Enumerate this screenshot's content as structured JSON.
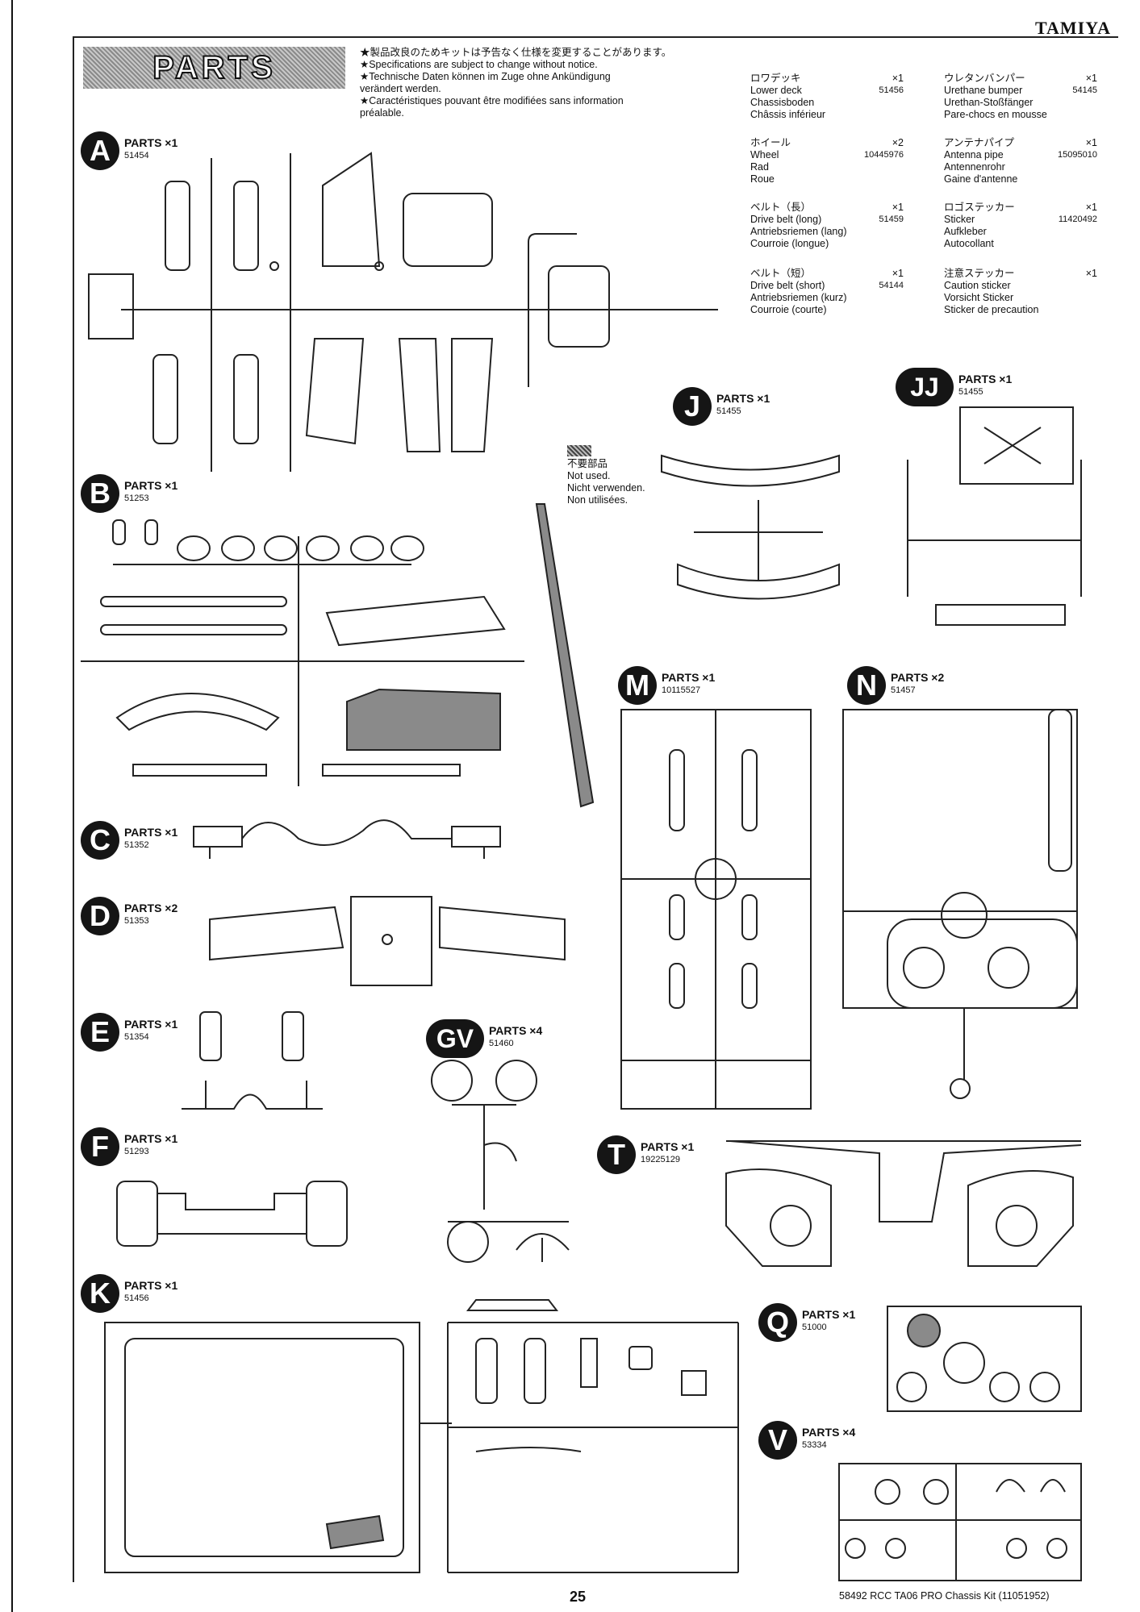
{
  "brand": "TAMIYA",
  "banner": "PARTS",
  "notice": [
    "★製品改良のためキットは予告なく仕様を変更することがあります。",
    "★Specifications are subject to change without notice.",
    "★Technische Daten können im Zuge ohne Ankündigung",
    "verändert werden.",
    "★Caractéristiques pouvant être modifiées sans information",
    "préalable."
  ],
  "legend": [
    {
      "jp": "ロワデッキ",
      "qty": "×1",
      "code": "51456",
      "lines": [
        "Lower deck",
        "Chassisboden",
        "Châssis inférieur"
      ]
    },
    {
      "jp": "ウレタンバンパー",
      "qty": "×1",
      "code": "54145",
      "lines": [
        "Urethane bumper",
        "Urethan-Stoßfänger",
        "Pare-chocs en mousse"
      ]
    },
    {
      "jp": "ホイール",
      "qty": "×2",
      "code": "10445976",
      "lines": [
        "Wheel",
        "Rad",
        "Roue"
      ]
    },
    {
      "jp": "アンテナパイプ",
      "qty": "×1",
      "code": "15095010",
      "lines": [
        "Antenna pipe",
        "Antennenrohr",
        "Gaine d'antenne"
      ]
    },
    {
      "jp": "ベルト（長）",
      "qty": "×1",
      "code": "51459",
      "lines": [
        "Drive belt (long)",
        "Antriebsriemen (lang)",
        "Courroie (longue)"
      ]
    },
    {
      "jp": "ロゴステッカー",
      "qty": "×1",
      "code": "11420492",
      "lines": [
        "Sticker",
        "Aufkleber",
        "Autocollant"
      ]
    },
    {
      "jp": "ベルト（短）",
      "qty": "×1",
      "code": "54144",
      "lines": [
        "Drive belt (short)",
        "Antriebsriemen (kurz)",
        "Courroie (courte)"
      ]
    },
    {
      "jp": "注意ステッカー",
      "qty": "×1",
      "code": "",
      "lines": [
        "Caution sticker",
        "Vorsicht Sticker",
        "Sticker de precaution"
      ]
    }
  ],
  "not_used": [
    "不要部品",
    "Not used.",
    "Nicht verwenden.",
    "Non utilisées."
  ],
  "parts": [
    {
      "letter": "A",
      "title": "PARTS ×1",
      "code": "51454"
    },
    {
      "letter": "B",
      "title": "PARTS ×1",
      "code": "51253"
    },
    {
      "letter": "C",
      "title": "PARTS ×1",
      "code": "51352"
    },
    {
      "letter": "D",
      "title": "PARTS ×2",
      "code": "51353"
    },
    {
      "letter": "E",
      "title": "PARTS ×1",
      "code": "51354"
    },
    {
      "letter": "F",
      "title": "PARTS ×1",
      "code": "51293"
    },
    {
      "letter": "K",
      "title": "PARTS ×1",
      "code": "51456"
    },
    {
      "letter": "J",
      "title": "PARTS ×1",
      "code": "51455"
    },
    {
      "letter": "JJ",
      "title": "PARTS ×1",
      "code": "51455"
    },
    {
      "letter": "M",
      "title": "PARTS ×1",
      "code": "10115527"
    },
    {
      "letter": "N",
      "title": "PARTS ×2",
      "code": "51457"
    },
    {
      "letter": "GV",
      "title": "PARTS ×4",
      "code": "51460"
    },
    {
      "letter": "T",
      "title": "PARTS ×1",
      "code": "19225129"
    },
    {
      "letter": "Q",
      "title": "PARTS ×1",
      "code": "51000"
    },
    {
      "letter": "V",
      "title": "PARTS ×4",
      "code": "53334"
    }
  ],
  "page_number": "25",
  "footer": "58492  RCC TA06 PRO Chassis Kit (11051952)"
}
